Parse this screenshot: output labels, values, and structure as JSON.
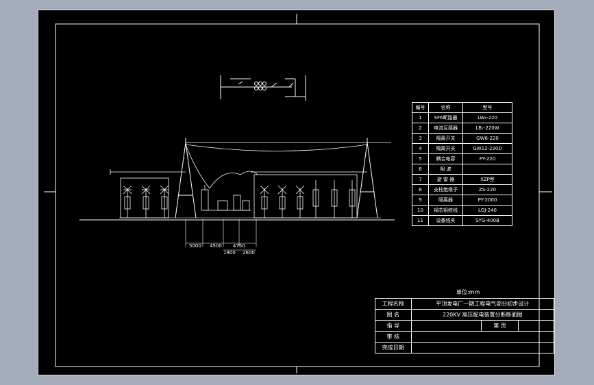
{
  "parts_table": {
    "headers": [
      "编号",
      "名称",
      "型号"
    ],
    "rows": [
      {
        "no": "1",
        "name": "SF6断路器",
        "model": "LW₆-220"
      },
      {
        "no": "2",
        "name": "电流互感器",
        "model": "LB₇-220W"
      },
      {
        "no": "3",
        "name": "隔离开关",
        "model": "GW6-220"
      },
      {
        "no": "4",
        "name": "隔离开关",
        "model": "GW12-220D"
      },
      {
        "no": "5",
        "name": "耦合电容",
        "model": "PY-220"
      },
      {
        "no": "6",
        "name": "阻  波",
        "model": ""
      },
      {
        "no": "7",
        "name": "避 雷 器",
        "model": "XZP型"
      },
      {
        "no": "8",
        "name": "支柱绝缘子",
        "model": "ZS-220"
      },
      {
        "no": "9",
        "name": "隔离器",
        "model": "PY-2000"
      },
      {
        "no": "10",
        "name": "钢芯铝绞线",
        "model": "LGJ-240"
      },
      {
        "no": "11",
        "name": "设备线夹",
        "model": "SYG-400B"
      }
    ]
  },
  "unit_note": "单位:mm",
  "title_block": {
    "project_label": "工程名称",
    "project_value": "平顶发电厂一期工程电气部分初步设计",
    "drawing_label": "图    名",
    "drawing_value": "220KV 高压配电装置分断断面图",
    "designer_label": "指    导",
    "page_label": "第 页",
    "reviewer_label": "审    核",
    "date_label": "完成日期"
  },
  "dimensions": [
    "5000",
    "4500",
    "4750",
    "1900",
    "2600"
  ]
}
